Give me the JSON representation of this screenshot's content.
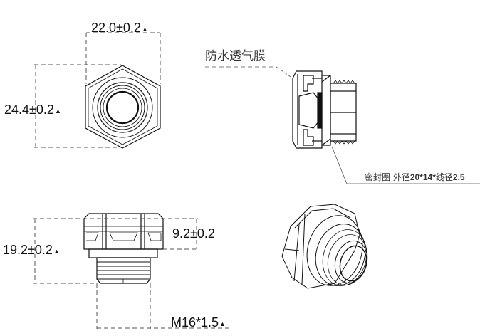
{
  "drawing": {
    "title": "Waterproof breathable vent plug technical drawing",
    "colors": {
      "line": "#111111",
      "dim_line": "#555555",
      "background": "#ffffff"
    }
  },
  "views": {
    "front": {
      "width_dim": "22.0±0.2",
      "height_dim": "24.4±0.2"
    },
    "section": {
      "membrane_label": "防水透气膜",
      "seal_label_prefix": "密封圈 外径",
      "seal_label_value": "20*14*",
      "seal_label_mid": "线径",
      "seal_label_end": "2.5"
    },
    "side": {
      "total_height_dim": "19.2±0.2",
      "head_height_dim": "9.2±0.2",
      "thread_dim": "M16*1.5"
    },
    "iso": {}
  },
  "markers": {
    "critical_symbol": "▲"
  }
}
